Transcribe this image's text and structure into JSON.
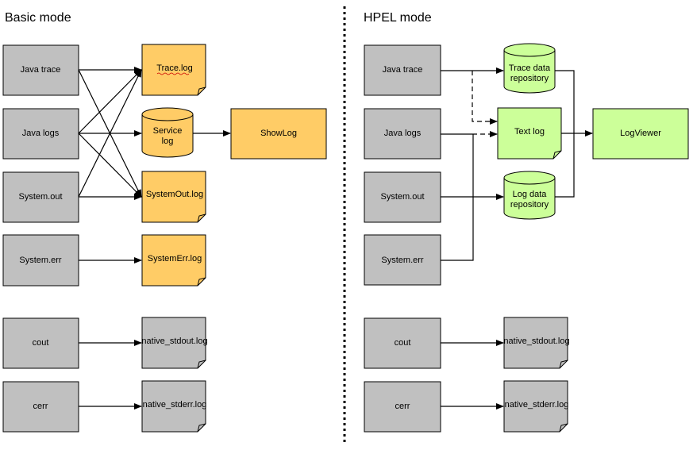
{
  "colors": {
    "source_gray": "#c0c0c0",
    "basic_orange": "#ffcc66",
    "hpel_green": "#ccff99",
    "native_gray": "#c0c0c0",
    "stroke": "#000000"
  },
  "basic": {
    "title": "Basic mode",
    "sources": {
      "java_trace": "Java trace",
      "java_logs": "Java logs",
      "system_out": "System.out",
      "system_err": "System.err",
      "cout": "cout",
      "cerr": "cerr"
    },
    "files": {
      "trace_log": "Trace.log",
      "service_log_line1": "Service",
      "service_log_line2": "log",
      "systemout_log": "SystemOut.log",
      "systemerr_log": "SystemErr.log",
      "native_stdout": "native_stdout.log",
      "native_stderr": "native_stderr.log"
    },
    "viewer": "ShowLog"
  },
  "hpel": {
    "title": "HPEL mode",
    "sources": {
      "java_trace": "Java trace",
      "java_logs": "Java logs",
      "system_out": "System.out",
      "system_err": "System.err",
      "cout": "cout",
      "cerr": "cerr"
    },
    "repos": {
      "trace_line1": "Trace data",
      "trace_line2": "repository",
      "log_line1": "Log data",
      "log_line2": "repository"
    },
    "files": {
      "text_log": "Text log",
      "native_stdout": "native_stdout.log",
      "native_stderr": "native_stderr.log"
    },
    "viewer": "LogViewer"
  }
}
